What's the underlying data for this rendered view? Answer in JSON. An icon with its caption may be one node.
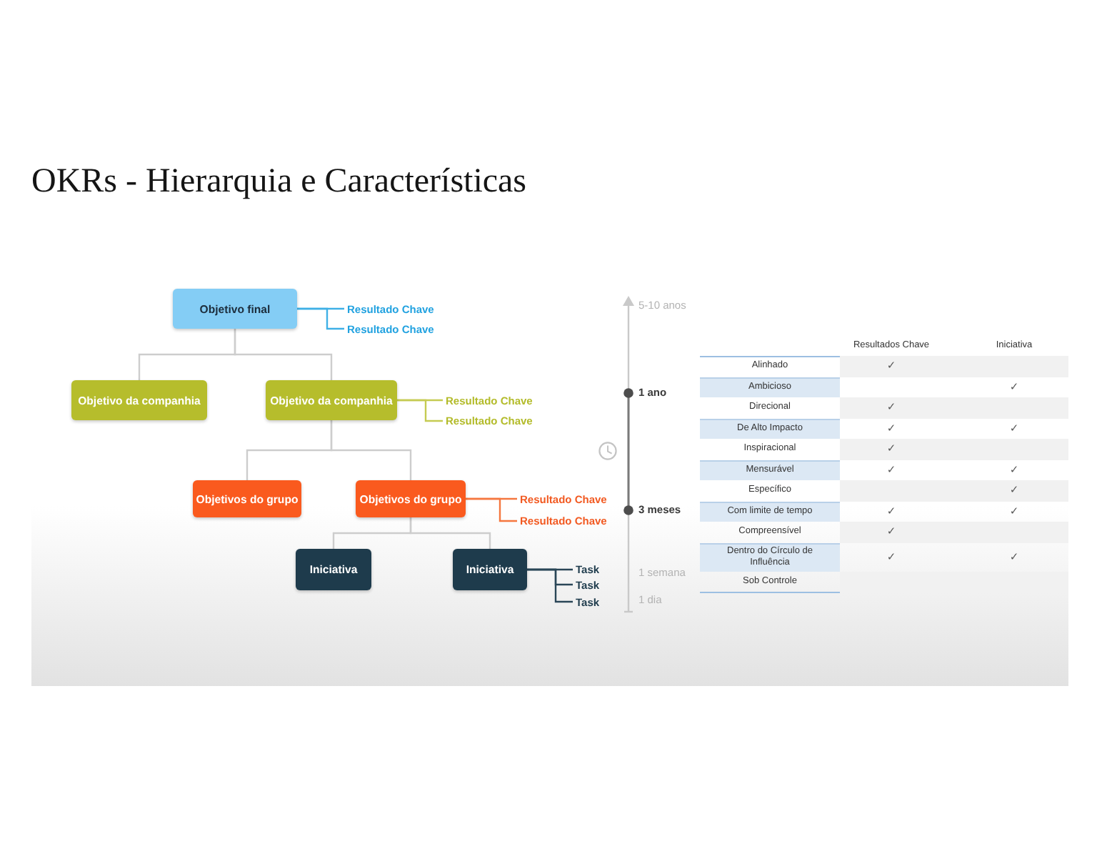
{
  "diagram": {
    "title": "OKRs - Hierarquia e Características",
    "nodes": [
      {
        "text": [
          "Objetivo final"
        ]
      },
      {
        "text": [
          "Resultado Chave"
        ]
      },
      {
        "text": [
          "Resultado Chave"
        ]
      },
      {
        "text": [
          "Objetivo da companhia"
        ]
      },
      {
        "text": [
          "Objetivo da companhia"
        ]
      },
      {
        "text": [
          "Resultado Chave"
        ]
      },
      {
        "text": [
          "Resultado Chave"
        ]
      },
      {
        "text": [
          "Objetivos do grupo"
        ]
      },
      {
        "text": [
          "Objetivos do grupo"
        ]
      },
      {
        "text": [
          "Resultado Chave"
        ]
      },
      {
        "text": [
          "Resultado Chave"
        ]
      },
      {
        "text": [
          "Iniciativa"
        ]
      },
      {
        "text": [
          "Iniciativa"
        ]
      },
      {
        "text": [
          "Task"
        ]
      },
      {
        "text": [
          "Task"
        ]
      },
      {
        "text": [
          "Task"
        ]
      }
    ],
    "edges": [
      {
        "from": 0,
        "to": 1,
        "arrow": "none",
        "color": "#3fb0e6"
      },
      {
        "from": 0,
        "to": 2,
        "arrow": "none",
        "color": "#3fb0e6"
      },
      {
        "from": 0,
        "to": 3,
        "arrow": "none"
      },
      {
        "from": 0,
        "to": 4,
        "arrow": "none"
      },
      {
        "from": 4,
        "to": 5,
        "arrow": "none",
        "color": "#c5cb52"
      },
      {
        "from": 4,
        "to": 6,
        "arrow": "none",
        "color": "#c5cb52"
      },
      {
        "from": 4,
        "to": 7,
        "arrow": "none"
      },
      {
        "from": 4,
        "to": 8,
        "arrow": "none"
      },
      {
        "from": 8,
        "to": 9,
        "arrow": "none",
        "color": "#f5773f"
      },
      {
        "from": 8,
        "to": 10,
        "arrow": "none",
        "color": "#f5773f"
      },
      {
        "from": 8,
        "to": 11,
        "arrow": "none"
      },
      {
        "from": 8,
        "to": 12,
        "arrow": "none"
      },
      {
        "from": 12,
        "to": 13,
        "arrow": "none",
        "color": "#2a4657"
      },
      {
        "from": 12,
        "to": 14,
        "arrow": "none",
        "color": "#2a4657"
      },
      {
        "from": 12,
        "to": 15,
        "arrow": "none",
        "color": "#2a4657"
      }
    ],
    "labels": [
      "5-10 anos",
      "1 ano",
      "3 meses",
      "1 semana",
      "1 dia",
      "Resultados Chave",
      "Iniciativa",
      "Alinhado",
      "✓",
      "Ambicioso",
      "✓",
      "Direcional",
      "✓",
      "De Alto Impacto",
      "✓",
      "✓",
      "Inspiracional",
      "✓",
      "Mensurável",
      "✓",
      "✓",
      "Específico",
      "✓",
      "Com limite de tempo",
      "✓",
      "✓",
      "Compreensível",
      "✓",
      "Dentro do Círculo de Influência",
      "✓",
      "✓",
      "Sob Controle"
    ]
  }
}
